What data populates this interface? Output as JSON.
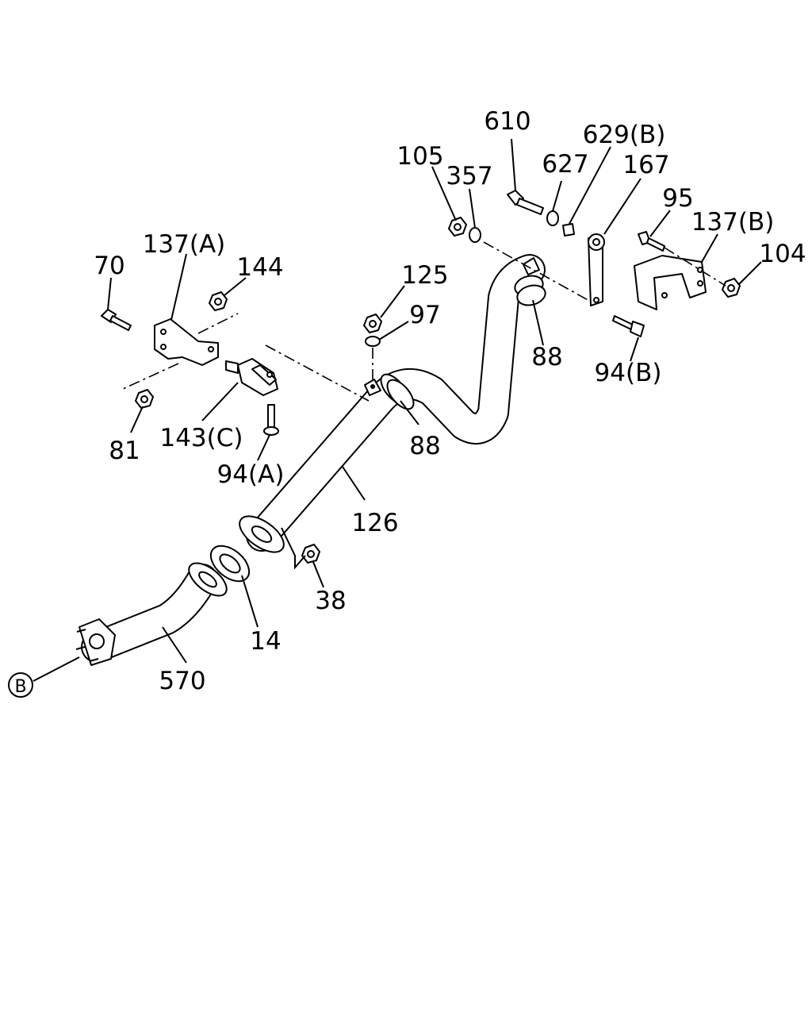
{
  "labels": {
    "p610": "610",
    "p629b": "629(B)",
    "p105": "105",
    "p357": "357",
    "p627": "627",
    "p167": "167",
    "p95": "95",
    "p137b": "137(B)",
    "p104": "104",
    "p70": "70",
    "p137a": "137(A)",
    "p144": "144",
    "p125": "125",
    "p97": "97",
    "p88a": "88",
    "p88b": "88",
    "p94b": "94(B)",
    "p81": "81",
    "p143c": "143(C)",
    "p94a": "94(A)",
    "p126": "126",
    "p38": "38",
    "p14": "14",
    "p570": "570",
    "ref_b": "B"
  },
  "colors": {
    "ink": "#000000",
    "paper": "#ffffff"
  }
}
